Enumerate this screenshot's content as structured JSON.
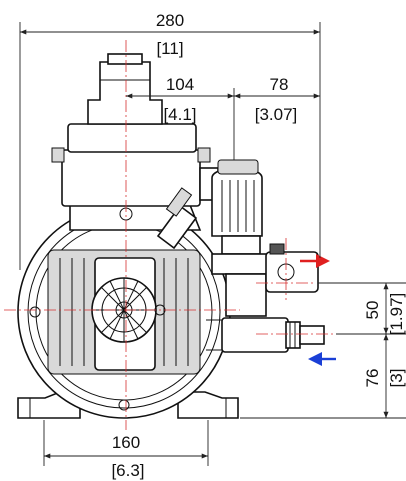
{
  "dimensions": {
    "overall_width": {
      "mm": "280",
      "in": "[11]"
    },
    "offset_104": {
      "mm": "104",
      "in": "[4.1]"
    },
    "offset_78": {
      "mm": "78",
      "in": "[3.07]"
    },
    "base_width": {
      "mm": "160",
      "in": "[6.3]"
    },
    "outlet_spacing": {
      "mm": "50",
      "in": "[1.97]"
    },
    "inlet_height": {
      "mm": "76",
      "in": "[3]"
    }
  },
  "colors": {
    "center_line": "#d63030",
    "outlet_arrow": "#e02020",
    "inlet_arrow": "#1a3fd6"
  }
}
